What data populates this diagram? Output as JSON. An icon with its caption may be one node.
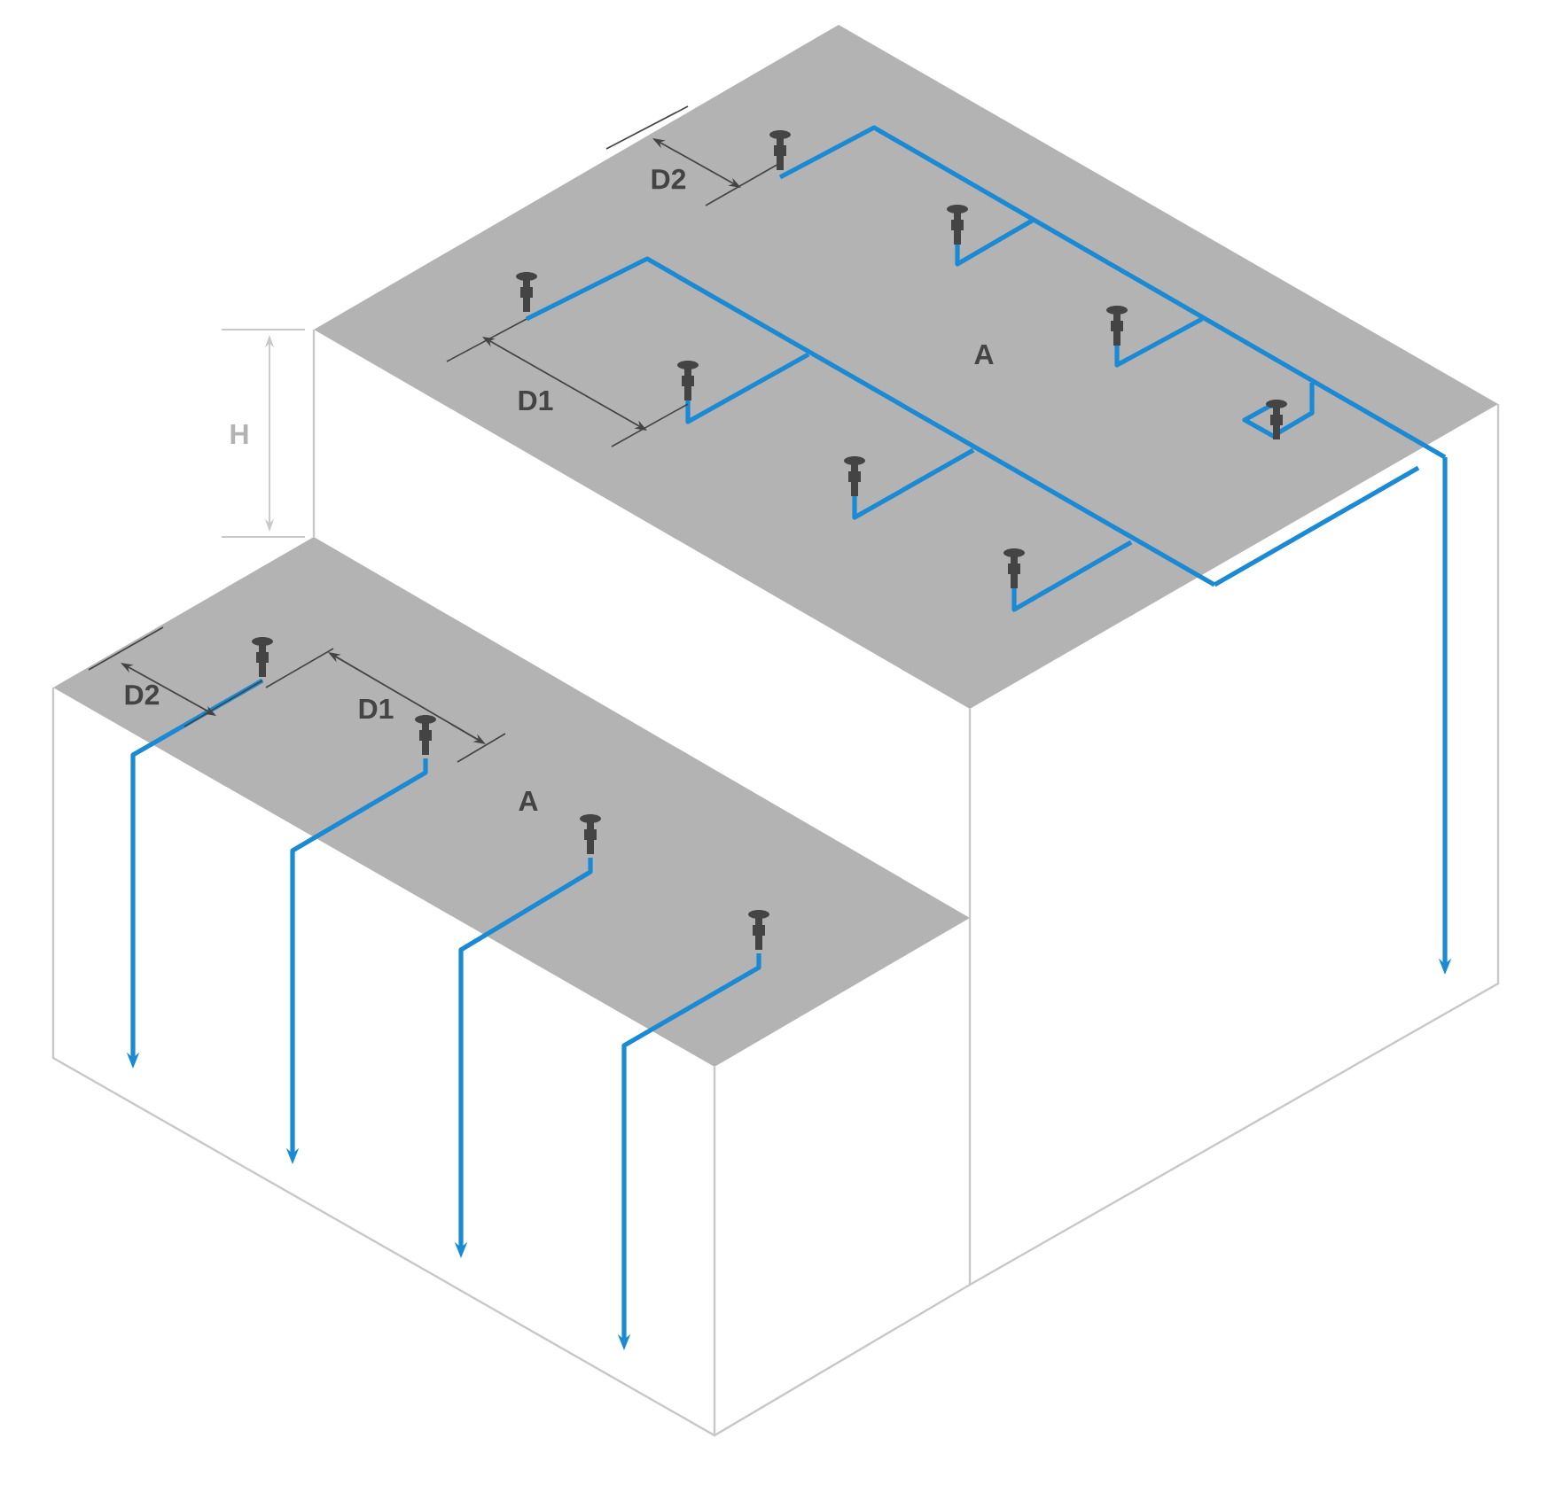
{
  "diagram": {
    "labels": [
      "D2",
      "D1",
      "A",
      "H",
      "D2",
      "D1",
      "A"
    ]
  }
}
